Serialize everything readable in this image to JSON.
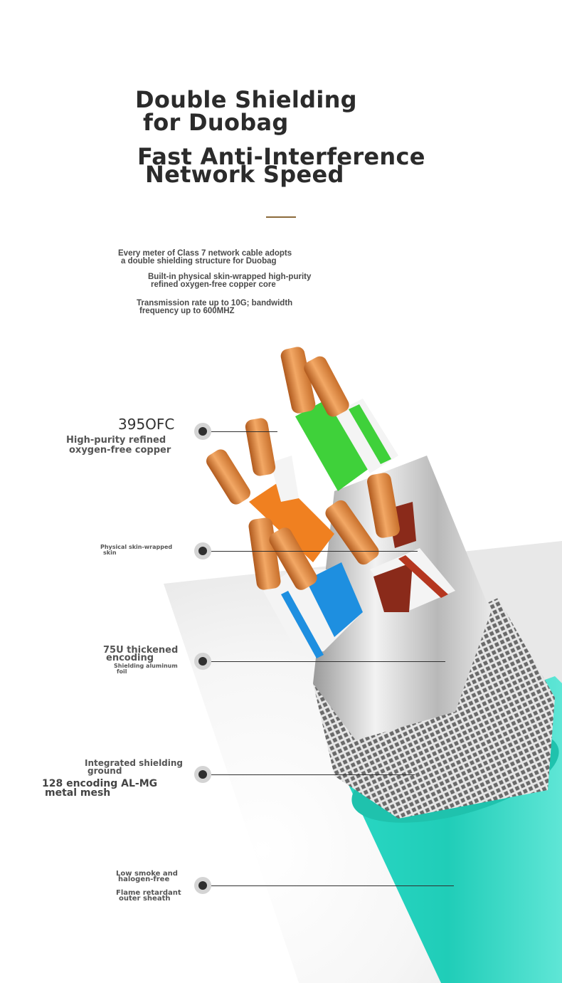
{
  "headline": {
    "line1": "Double Shielding",
    "line2": "for Duobag",
    "line3": "Fast Anti-Interference",
    "line4": "Network Speed"
  },
  "intro": [
    {
      "line1": "Every meter of Class 7 network cable adopts",
      "line2": "a double shielding structure for Duobag"
    },
    {
      "line1": "Built-in physical skin-wrapped high-purity",
      "line2": "refined oxygen-free copper core"
    },
    {
      "line1": "Transmission rate up to 10G; bandwidth",
      "line2": "frequency up to 600MHZ"
    }
  ],
  "callouts": {
    "copper": {
      "code": "395OFC",
      "line1": "High-purity refined",
      "line2": "oxygen-free copper"
    },
    "skin": {
      "line1": "Physical skin-wrapped",
      "line2": "skin"
    },
    "foil": {
      "line1": "75U thickened",
      "line2": "encoding",
      "line3": "Shielding aluminum",
      "line4": "foil"
    },
    "mesh": {
      "line1": "Integrated shielding",
      "line2": "ground",
      "line3": "128 encoding AL-MG",
      "line4": "metal mesh"
    },
    "sheath": {
      "line1": "Low smoke and",
      "line2": "halogen-free",
      "line3": "Flame retardant",
      "line4": "outer sheath"
    }
  },
  "colors": {
    "copper": "#e08a3c",
    "green_pair": "#3fd13a",
    "orange_pair": "#f08020",
    "blue_pair": "#1e8fe0",
    "brown_pair": "#8a2a1a",
    "sheath": "#22d6c0",
    "foil": "#c8c8c8"
  }
}
